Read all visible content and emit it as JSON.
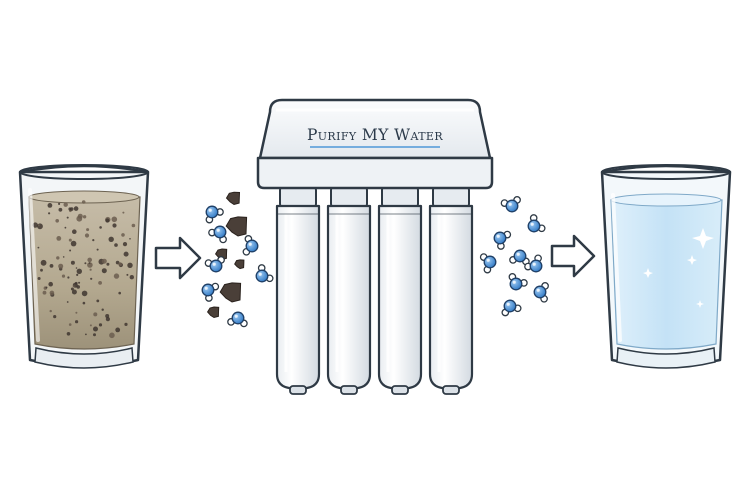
{
  "filter_unit": {
    "brand_label": "Purify MY Water"
  },
  "colors": {
    "outline": "#2f3a45",
    "dirty_water": "#b9ad95",
    "clean_water": "#cfe8f8",
    "molecule": "#4a8fd6",
    "dirt": "#4a3f38",
    "underline": "#4f98d8"
  },
  "icons": [
    "dirty-water-glass",
    "contaminant-particles",
    "arrow-right",
    "water-filter-unit",
    "water-molecules",
    "clean-water-glass"
  ]
}
